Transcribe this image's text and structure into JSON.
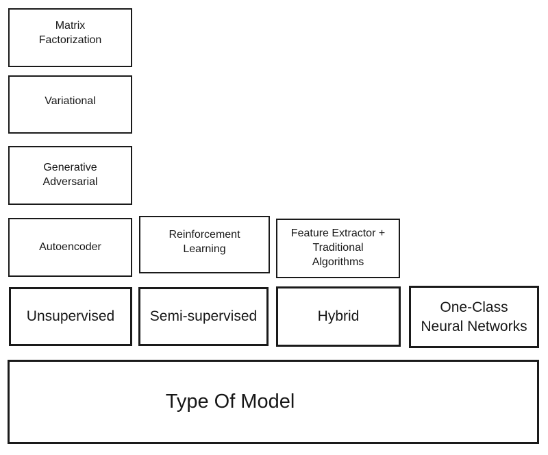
{
  "diagram": {
    "colors": {
      "background": "#ffffff",
      "border": "#1a1a1a",
      "text": "#161616"
    },
    "columns": [
      {
        "id": "unsupervised-column",
        "boxes": [
          {
            "id": "matrix-factorization",
            "label": "Matrix\nFactorization"
          },
          {
            "id": "variational",
            "label": "Variational"
          },
          {
            "id": "generative-adversarial",
            "label": "Generative\nAdversarial"
          },
          {
            "id": "autoencoder",
            "label": "Autoencoder"
          },
          {
            "id": "unsupervised",
            "label": "Unsupervised"
          }
        ]
      },
      {
        "id": "semi-supervised-column",
        "boxes": [
          {
            "id": "reinforcement-learning",
            "label": "Reinforcement\nLearning"
          },
          {
            "id": "semi-supervised",
            "label": "Semi-supervised"
          }
        ]
      },
      {
        "id": "hybrid-column",
        "boxes": [
          {
            "id": "feature-extractor-traditional-algorithms",
            "label": "Feature Extractor +\nTraditional\nAlgorithms"
          },
          {
            "id": "hybrid",
            "label": "Hybrid"
          }
        ]
      },
      {
        "id": "one-class-column",
        "boxes": [
          {
            "id": "one-class-neural-networks",
            "label": "One-Class\nNeural Networks"
          }
        ]
      }
    ],
    "base": {
      "id": "type-of-model",
      "label": "Type Of Model"
    }
  }
}
